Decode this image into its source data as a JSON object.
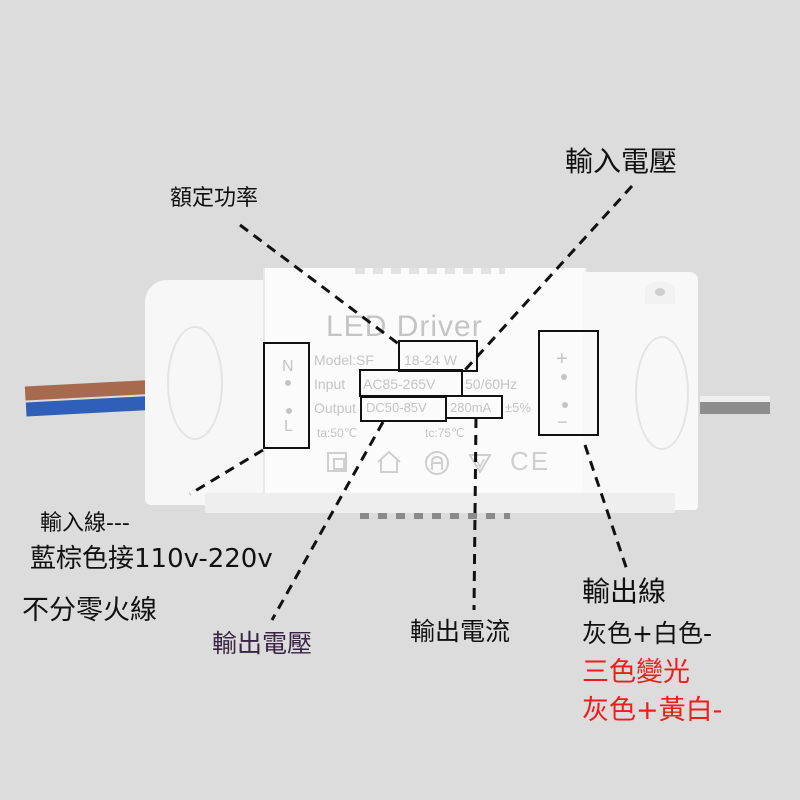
{
  "product": {
    "name": "LED Driver",
    "model_prefix": "Model:SF",
    "model_value": "18-24 W",
    "input_prefix": "Input",
    "input_value": "AC85-265V",
    "input_freq": "50/60Hz",
    "output_prefix": "Output",
    "output_voltage": "DC50-85V",
    "output_current": "280mA",
    "output_tolerance": "±5%",
    "ta": "ta:50℃",
    "tc": "tc:75℃",
    "input_terminal_n": "N",
    "input_terminal_l": "L",
    "output_terminal_plus": "+",
    "output_terminal_minus": "−",
    "cert_marks": [
      "double-insulation-mark",
      "indoor-use-mark",
      "f-mark",
      "fw-mark",
      "CE"
    ],
    "ce_mark": "CE"
  },
  "wires": {
    "input": {
      "brown": "#a86a4e",
      "blue": "#2f5fb8"
    },
    "output": {
      "gray": "#8c8c8c",
      "white": "#f0f0f0"
    }
  },
  "annotations": {
    "rated_power": "額定功率",
    "input_voltage": "輸入電壓",
    "input_line": "輸入線---",
    "input_line_desc1": "藍棕色接110v-220v",
    "input_line_desc2": "不分零火線",
    "output_voltage": "輸出電壓",
    "output_current": "輸出電流",
    "output_line": "輸出線",
    "output_line_desc1": "灰色+白色-",
    "output_line_desc2": "三色變光",
    "output_line_desc3": "灰色+黃白-"
  },
  "colors": {
    "background": "#dcdcdc",
    "annotation_black": "#111111",
    "annotation_purple": "#3a2444",
    "annotation_red": "#ee1c1c",
    "label_gray": "#c4c4c4"
  }
}
